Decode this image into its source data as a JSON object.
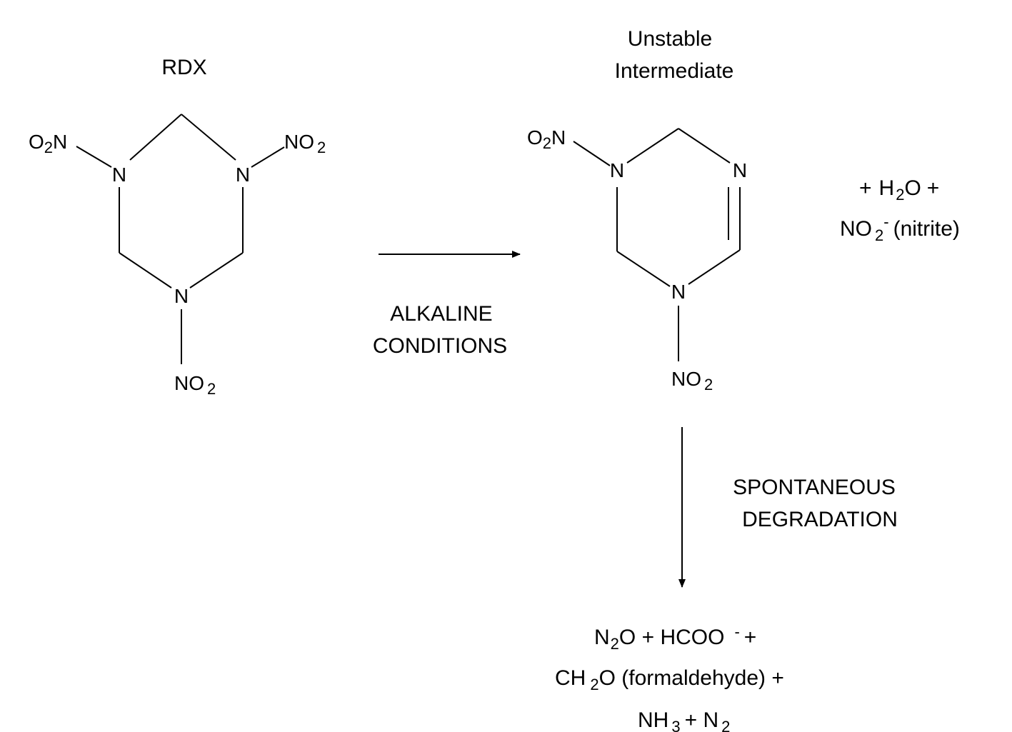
{
  "rdx": {
    "title": "RDX",
    "atoms": {
      "n": "N",
      "o": "O",
      "no": "NO",
      "two": "2"
    }
  },
  "intermediate": {
    "title_line1": "Unstable",
    "title_line2": "Intermediate"
  },
  "step1": {
    "line1": "ALKALINE",
    "line2": "CONDITIONS"
  },
  "byproducts": {
    "line1_plus": "+",
    "h": "H",
    "sub2": "2",
    "o": "O",
    "plus_end": "+",
    "no": "NO",
    "minus": "-",
    "nitrite": "(nitrite)"
  },
  "step2": {
    "line1": "SPONTANEOUS",
    "line2": "DEGRADATION"
  },
  "products": {
    "n": "N",
    "sub2": "2",
    "o_plus": "O + HCOO",
    "minus": "-",
    "plus": "+",
    "ch": "CH",
    "formaldehyde": "O (formaldehyde) +",
    "nh": "NH",
    "sub3": "3",
    "plus_n": "+ N"
  }
}
